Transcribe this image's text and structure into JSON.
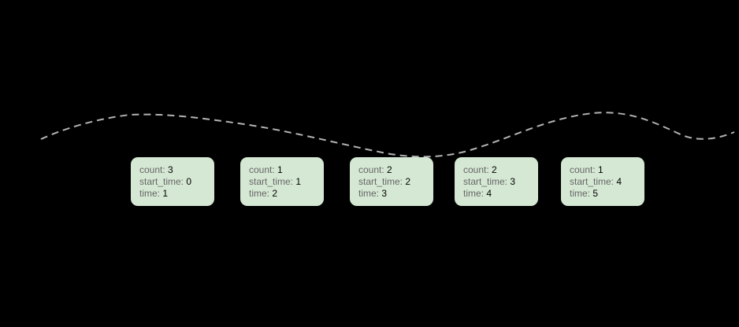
{
  "canvas": {
    "background_color": "#000000"
  },
  "curve": {
    "color": "#b3b3b3",
    "style": "dashed",
    "stroke_width": 2
  },
  "node_card": {
    "fill_color": "#d5e8d4",
    "label_color": "#666666",
    "value_color": "#000000"
  },
  "labels": {
    "count": "count:",
    "start_time": "start_time:",
    "time": "time:"
  },
  "nodes": [
    {
      "count": "3",
      "start_time": "0",
      "time": "1"
    },
    {
      "count": "1",
      "start_time": "1",
      "time": "2"
    },
    {
      "count": "2",
      "start_time": "2",
      "time": "3"
    },
    {
      "count": "2",
      "start_time": "3",
      "time": "4"
    },
    {
      "count": "1",
      "start_time": "4",
      "time": "5"
    }
  ]
}
